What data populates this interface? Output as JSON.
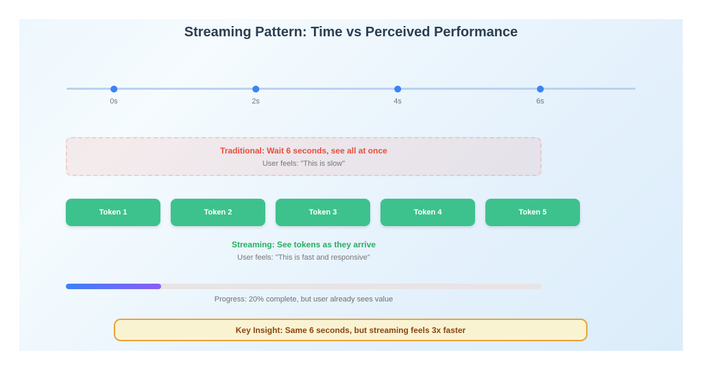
{
  "title": "Streaming Pattern: Time vs Perceived Performance",
  "timeline": {
    "points": [
      {
        "label": "0s",
        "seconds": 0
      },
      {
        "label": "2s",
        "seconds": 2
      },
      {
        "label": "4s",
        "seconds": 4
      },
      {
        "label": "6s",
        "seconds": 6
      }
    ]
  },
  "traditional": {
    "heading": "Traditional: Wait 6 seconds, see all at once",
    "subtext": "User feels: \"This is slow\""
  },
  "tokens": [
    {
      "label": "Token 1"
    },
    {
      "label": "Token 2"
    },
    {
      "label": "Token 3"
    },
    {
      "label": "Token 4"
    },
    {
      "label": "Token 5"
    }
  ],
  "streaming": {
    "heading": "Streaming: See tokens as they arrive",
    "subtext": "User feels: \"This is fast and responsive\""
  },
  "progress": {
    "percent": 20,
    "caption": "Progress: 20% complete, but user already sees value"
  },
  "insight": {
    "text": "Key Insight: Same 6 seconds, but streaming feels 3x faster"
  },
  "colors": {
    "dot_blue": "#3b82f6",
    "timeline_line": "#b9d2f0",
    "token_green": "#3dc28d",
    "traditional_red": "#e74c3c",
    "streaming_green": "#27ae60",
    "progress_gradient_start": "#3b82f6",
    "progress_gradient_end": "#8b5cf6",
    "insight_border": "#e9a23b",
    "insight_text": "#8b4513",
    "insight_background": "#faf3d2"
  }
}
